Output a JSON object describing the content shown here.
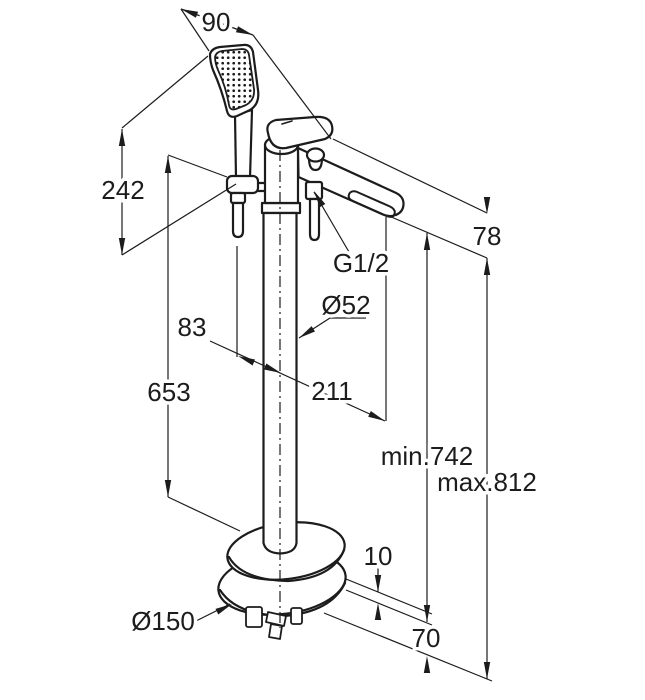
{
  "drawing_type": "technical dimension drawing",
  "subject": "freestanding bathtub mixer with hand shower",
  "colors": {
    "line": "#1c1c1c",
    "background": "#ffffff"
  },
  "labels": {
    "shower_head_width": "90",
    "hand_shower_height": "242",
    "spout_drop": "78",
    "connection_thread": "G1/2",
    "column_diameter": "Ø52",
    "shower_offset": "83",
    "column_height": "653",
    "spout_reach": "211",
    "min_height": "min.742",
    "max_height": "max.812",
    "plate_thickness": "10",
    "adjustment_range": "70",
    "base_diameter": "Ø150"
  }
}
